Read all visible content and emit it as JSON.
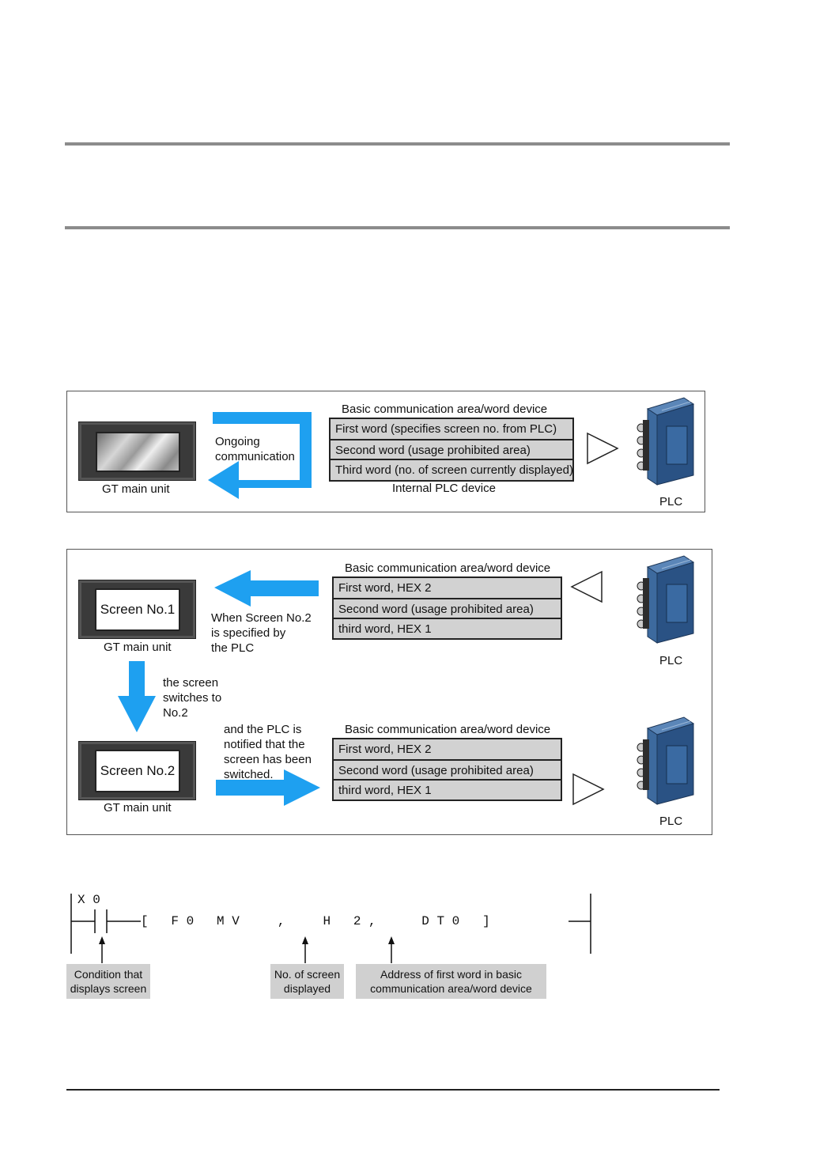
{
  "diagram1": {
    "gt_label": "GT main unit",
    "comm_label_line1": "Ongoing",
    "comm_label_line2": "communication",
    "table_title": "Basic communication area/word device",
    "rows": [
      "First word (specifies screen no. from PLC)",
      "Second word (usage prohibited area)",
      "Third word (no. of screen currently displayed)"
    ],
    "table_caption": "Internal PLC device",
    "plc_label": "PLC"
  },
  "diagram2": {
    "screen1_label": "Screen No.1",
    "screen2_label": "Screen No.2",
    "gt_label": "GT main unit",
    "when_text": [
      "When Screen No.2",
      "is specified by",
      "the PLC"
    ],
    "switch_text": [
      "the screen",
      "switches to",
      "No.2"
    ],
    "notify_text": [
      "and the PLC is",
      "notified that the",
      "screen has been",
      "switched."
    ],
    "table_title": "Basic communication area/word device",
    "rows": [
      "First word, HEX 2",
      "Second word (usage prohibited area)",
      "third word, HEX 1"
    ],
    "plc_label": "PLC"
  },
  "ladder": {
    "contact_label": "X 0",
    "instruction": "[   F 0   M V     ,     H   2 ,      D T 0   ]",
    "notes": {
      "condition": [
        "Condition that",
        "displays screen"
      ],
      "screen_no": [
        "No. of screen",
        "displayed"
      ],
      "address": [
        "Address of first word in basic",
        "communication area/word device"
      ]
    }
  },
  "colors": {
    "arrow_blue": "#1ea0f0",
    "table_fill": "#d2d2d2",
    "note_fill": "#d0d0d0",
    "plc_blue": "#2f5f95"
  }
}
